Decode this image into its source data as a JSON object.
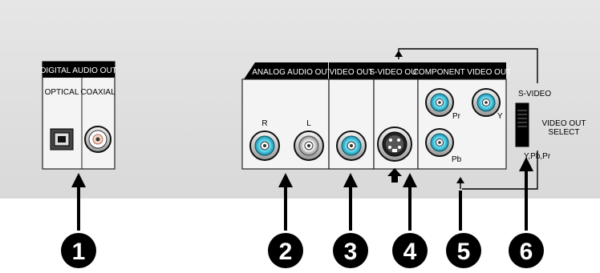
{
  "sections": {
    "digital_audio_out": "DIGITAL AUDIO OUT",
    "optical": "OPTICAL",
    "coaxial": "COAXIAL",
    "analog_audio_out": "ANALOG AUDIO OUT",
    "r": "R",
    "l": "L",
    "video_out": "VIDEO OUT",
    "s_video_out": "S-VIDEO OUT",
    "component_video_out": "COMPONENT VIDEO OUT",
    "pr": "Pr",
    "y": "Y",
    "pb": "Pb"
  },
  "switch": {
    "s_video": "S-VIDEO",
    "select_line1": "VIDEO OUT",
    "select_line2": "SELECT",
    "ypbpr": "Y,Pb,Pr"
  },
  "callouts": [
    "1",
    "2",
    "3",
    "4",
    "5",
    "6"
  ]
}
